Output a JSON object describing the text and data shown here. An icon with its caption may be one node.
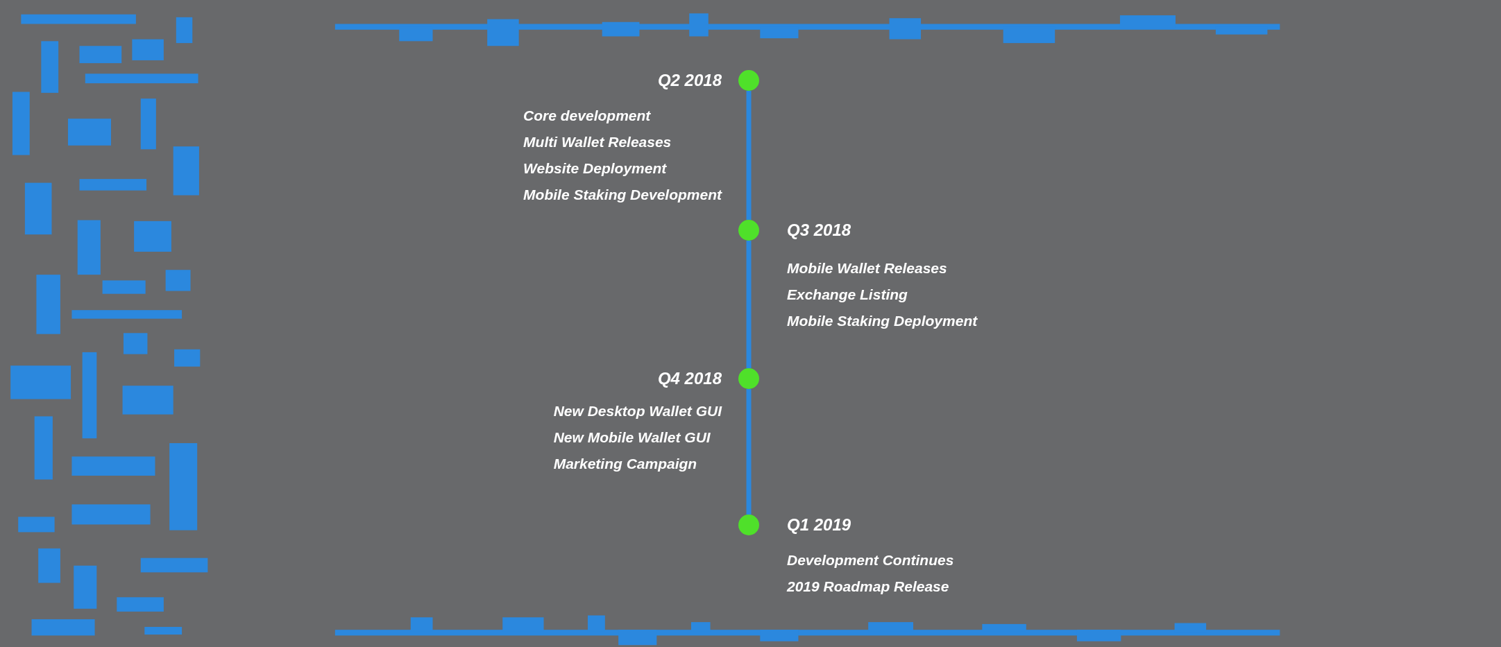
{
  "diagram": {
    "nodes": [
      {
        "text": [],
        "shape": "circle",
        "beside": [
          "Q2 2018",
          "Core development",
          "Multi Wallet Releases",
          "Website Deployment",
          "Mobile Staking Development"
        ]
      },
      {
        "text": [],
        "shape": "circle",
        "beside": [
          "Q3 2018",
          "Mobile Wallet Releases",
          "Exchange Listing",
          "Mobile Staking Deployment"
        ]
      },
      {
        "text": [],
        "shape": "circle",
        "beside": [
          "Q4 2018",
          "New Desktop Wallet GUI",
          "New Mobile Wallet GUI",
          "Marketing Campaign"
        ]
      },
      {
        "text": [],
        "shape": "circle",
        "beside": [
          "Q1 2019",
          "Development Continues",
          "2019 Roadmap Release"
        ]
      }
    ],
    "edges": [
      {
        "from": 0,
        "to": 1,
        "arrow": "none"
      },
      {
        "from": 1,
        "to": 2,
        "arrow": "none"
      },
      {
        "from": 2,
        "to": 3,
        "arrow": "none"
      }
    ]
  }
}
